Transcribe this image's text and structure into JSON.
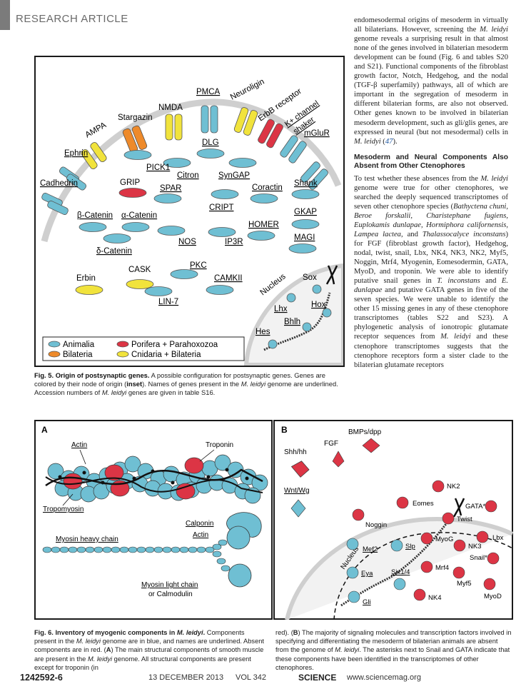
{
  "header": {
    "section": "RESEARCH ARTICLE"
  },
  "fig5": {
    "receptors": [
      "AMPA",
      "Stargazin",
      "NMDA",
      "PMCA",
      "Neuroligin",
      "ErbB receptor",
      "K+ channel",
      "shaker",
      "mGluR",
      "Ephrin",
      "Cadhedrin"
    ],
    "genes": [
      "DLG",
      "PICK1",
      "Citron",
      "SynGAP",
      "GRIP",
      "SPAR",
      "Coractin",
      "Shank",
      "CRIPT",
      "GKAP",
      "β-Catenin",
      "α-Catenin",
      "HOMER",
      "NOS",
      "IP3R",
      "MAGI",
      "δ-Catenin",
      "CASK",
      "PKC",
      "Erbin",
      "LIN-7",
      "CAMKII"
    ],
    "nucleus": {
      "label": "Nucleus",
      "genes": [
        "Sox",
        "Lhx",
        "Hox",
        "Bhlh",
        "Hes"
      ]
    },
    "legend": [
      "Animalia",
      "Porifera + Parahoxozoa",
      "Bilateria",
      "Cnidaria + Bilateria"
    ],
    "colors": {
      "animalia": "#6fbfd3",
      "porifera": "#dc3545",
      "bilateria": "#ee8a2a",
      "cnidaria": "#f1e33c"
    }
  },
  "cap5": {
    "title": "Fig. 5. Origin of postsynaptic genes.",
    "body": " A possible configuration for postsynaptic genes. Genes are colored by their node of origin (",
    "inset": "inset",
    "body2": "). Names of genes present in the ",
    "sp": "M. leidyi",
    "body3": " genome are underlined. Accession numbers of ",
    "sp2": "M. leidyi",
    "body4": " genes are given in table S16."
  },
  "text": {
    "p1a": "endomesodermal origins of mesoderm in virtually all bilaterians. However, screening the ",
    "p1b": "M. leidyi",
    "p1c": " genome reveals a surprising result in that almost none of the genes involved in bilaterian mesoderm development can be found (Fig. 6 and tables S20 and S21). Functional components of the fibroblast growth factor, Notch, Hedgehog, and the nodal (TGF-β superfamily) pathways, all of which are important in the segregation of mesoderm in different bilaterian forms, are also not observed. Other genes known to be involved in bilaterian mesoderm development, such as gli/glis genes, are expressed in neural (but not mesodermal) cells in ",
    "p1d": "M. leidyi",
    "p1e": " (",
    "p1f": "47",
    "p1g": ").",
    "heading": "Mesoderm and Neural Components Also Absent from Other Ctenophores",
    "p2a": "To test whether these absences from the ",
    "p2b": "M. leidyi",
    "p2c": " genome were true for other ctenophores, we searched the deeply sequenced transcriptomes of seven other ctenophore species (",
    "p2d": "Bathyctena chuni, Beroe forskalii, Charistephane fugiens, Euplokamis dunlapae, Hormiphora californensis, Lampea lactea",
    "p2e": ", and ",
    "p2f": "Thalassocalyce inconstans",
    "p2g": ") for FGF (fibroblast growth factor), Hedgehog, nodal, twist, snail, Lbx, NK4, NK3, NK2, Myf5, Noggin, Mrf4, Myogenin, Eomesodermin, GATA, MyoD, and troponin. We were able to identify putative snail genes in ",
    "p2h": "T. inconstans",
    "p2i": " and ",
    "p2j": "E. dunlapae",
    "p2k": " and putative GATA genes in five of the seven species. We were unable to identify the other 15 missing genes in any of these ctenophore transcriptomes (tables S22 and S23). A phylogenetic analysis of ionotropic glutamate receptor sequences from ",
    "p2l": "M. leidyi",
    "p2m": " and these ctenophore transcriptomes suggests that the ctenophore receptors form a sister clade to the bilaterian glutamate receptors"
  },
  "fig6": {
    "panelA": "A",
    "panelB": "B",
    "a_labels": [
      "Actin",
      "Troponin",
      "Tropomyosin",
      "Calponin",
      "Actin",
      "Myosin heavy chain",
      "Myosin light chain",
      "or Calmodulin"
    ],
    "b_signals": [
      "Shh/hh",
      "FGF",
      "BMPs/dpp",
      "Wnt/Wg"
    ],
    "b_nucleus": "Nucleus",
    "b_genes": [
      "NK2",
      "Eomes",
      "GATA*",
      "Noggin",
      "Twist",
      "Lbx",
      "MyoG",
      "NK3",
      "Snail*",
      "Mef2",
      "Slp",
      "Mrf4",
      "Eya",
      "Myf5",
      "Six1/4",
      "MyoD",
      "Gli",
      "NK4"
    ]
  },
  "cap6": {
    "title": "Fig. 6. Inventory of myogenic components in ",
    "title_sp": "M. leidyi",
    "title_end": ".",
    "a1": " Components present in the ",
    "a_sp": "M. leidyi",
    "a2": " genome are in blue, and names are underlined. Absent components are in red. (",
    "A": "A",
    "a3": ") The main structural components of smooth muscle are present in the ",
    "a_sp2": "M. leidyi",
    "a4": " genome. All structural components are present except for troponin (in",
    "b1": "red). (",
    "B": "B",
    "b2": ") The majority of signaling molecules and transcription factors involved in specifying and differentiating the mesoderm of bilaterian animals are absent from the genome of ",
    "b_sp": "M. leidyi",
    "b3": ". The asterisks next to Snail and GATA indicate that these components have been identified in the transcriptomes of other ctenophores."
  },
  "footer": {
    "page": "1242592-6",
    "date": "13 DECEMBER 2013",
    "vol": "VOL 342",
    "journal": "SCIENCE",
    "web": "www.sciencemag.org"
  }
}
